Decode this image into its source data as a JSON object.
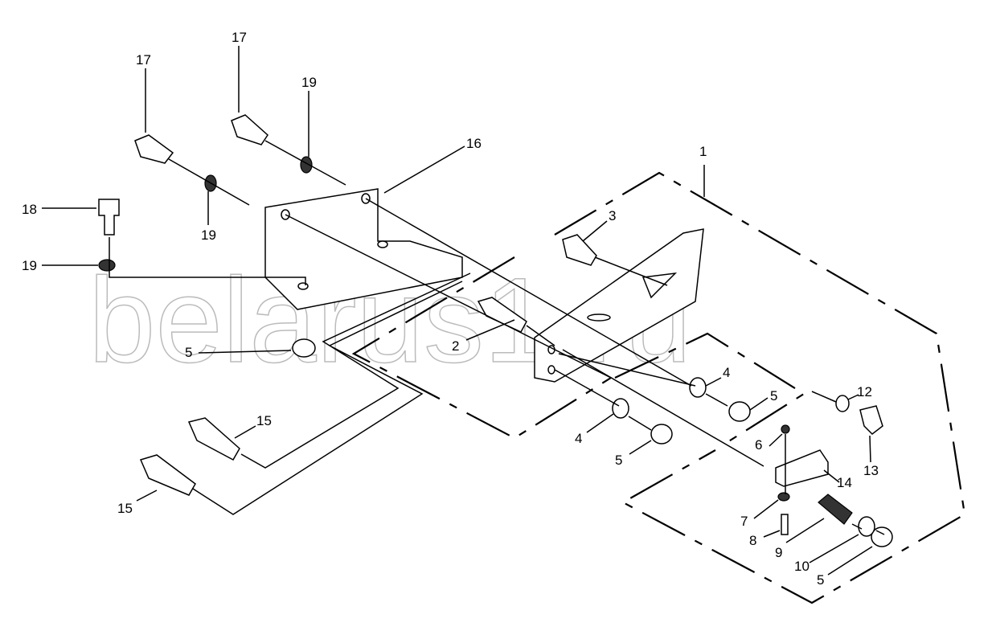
{
  "diagram": {
    "watermark": "belarus1.ru",
    "callouts": [
      "17",
      "17",
      "19",
      "16",
      "1",
      "18",
      "19",
      "3",
      "19",
      "5",
      "2",
      "4",
      "5",
      "12",
      "4",
      "5",
      "6",
      "15",
      "14",
      "13",
      "15",
      "7",
      "8",
      "9",
      "10",
      "5"
    ],
    "colors": {
      "line": "#000000",
      "watermark": "#bbbbbb"
    }
  }
}
